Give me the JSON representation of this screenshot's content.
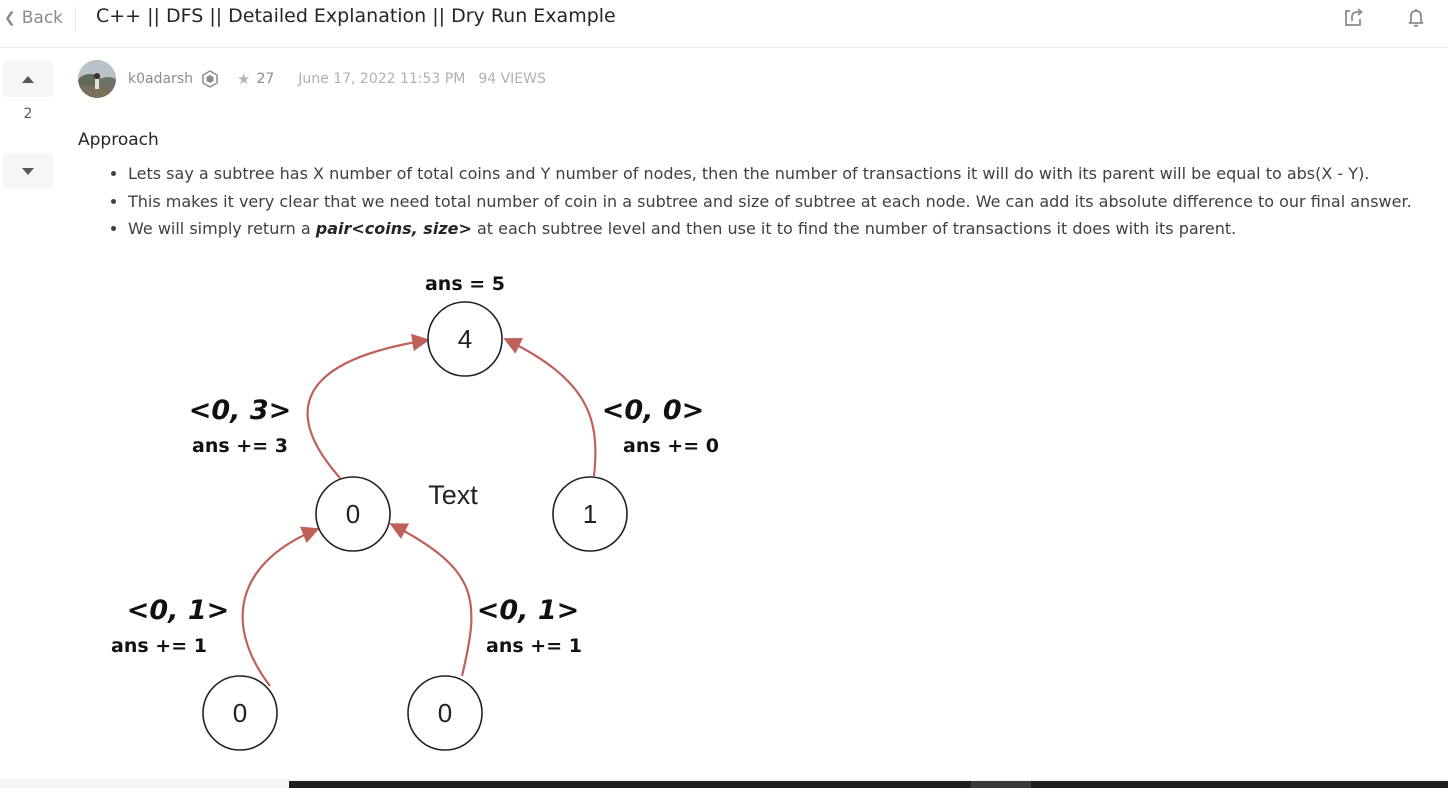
{
  "header": {
    "back_label": "Back",
    "title": "C++ || DFS || Detailed Explanation || Dry Run Example",
    "icons": [
      "chevron-left-icon",
      "share-icon",
      "bell-icon"
    ]
  },
  "votes": {
    "count": "2"
  },
  "post_meta": {
    "username": "k0adarsh",
    "reputation": "27",
    "date": "June 17, 2022 11:53 PM",
    "views": "94 VIEWS"
  },
  "content": {
    "heading": "Approach",
    "bullet1": "Lets say a subtree has X number of total coins and Y number of nodes, then the number of transactions it will do with its parent will be equal to abs(X - Y).",
    "bullet2": "This makes it very clear that we need total number of coin in a subtree and size of subtree at each node. We can add its absolute difference to our final answer.",
    "bullet3_before": "We will simply return a ",
    "bullet3_bold": "pair<coins, size>",
    "bullet3_after": " at each subtree level and then use it to find the number of transactions it does with its parent."
  },
  "diagram": {
    "root_label": "ans = 5",
    "stray_text": "Text",
    "nodes": {
      "root": "4",
      "left": "0",
      "right": "1",
      "left_left": "0",
      "left_right": "0"
    },
    "edges": {
      "left_pair": "<0, 3>",
      "left_ans": "ans += 3",
      "right_pair": "<0, 0>",
      "right_ans": "ans += 0",
      "ll_pair": "<0, 1>",
      "ll_ans": "ans += 1",
      "lr_pair": "<0, 1>",
      "lr_ans": "ans += 1"
    },
    "colors": {
      "arrow": "#c0605a",
      "node_stroke": "#222222"
    }
  }
}
